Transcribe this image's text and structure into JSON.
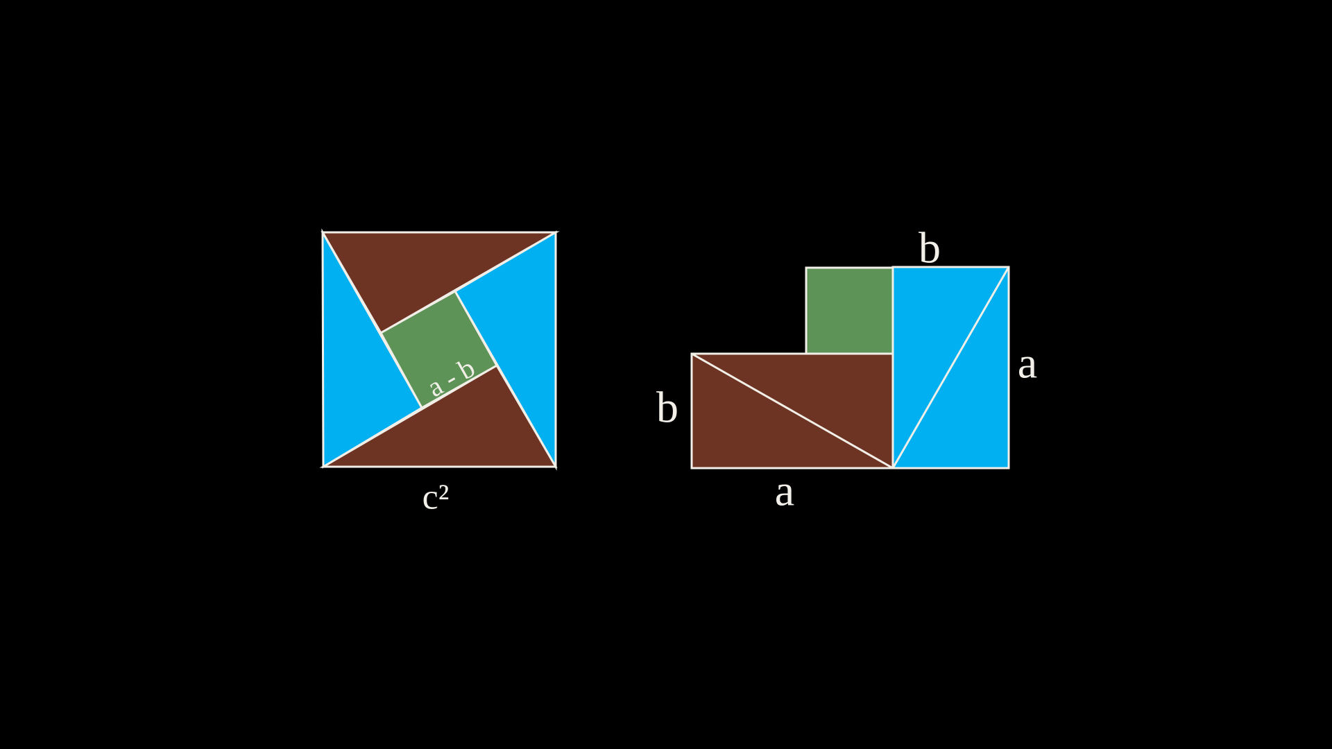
{
  "figure_title": "Pythagorean theorem rearrangement proof",
  "colors": {
    "background": "#000000",
    "blue": "#00B0F0",
    "brown": "#6E3423",
    "green": "#5E9357",
    "line": "#F2EFE9",
    "text": "#F2EFE9"
  },
  "left_figure": {
    "name": "c-squared pinwheel square",
    "center_square_label": "a - b",
    "caption": "c²"
  },
  "right_figure": {
    "name": "rearranged pieces forming a-squared plus b-squared",
    "blue_width_label": "b",
    "blue_height_label": "a",
    "brown_height_label": "b",
    "brown_width_label": "a"
  }
}
